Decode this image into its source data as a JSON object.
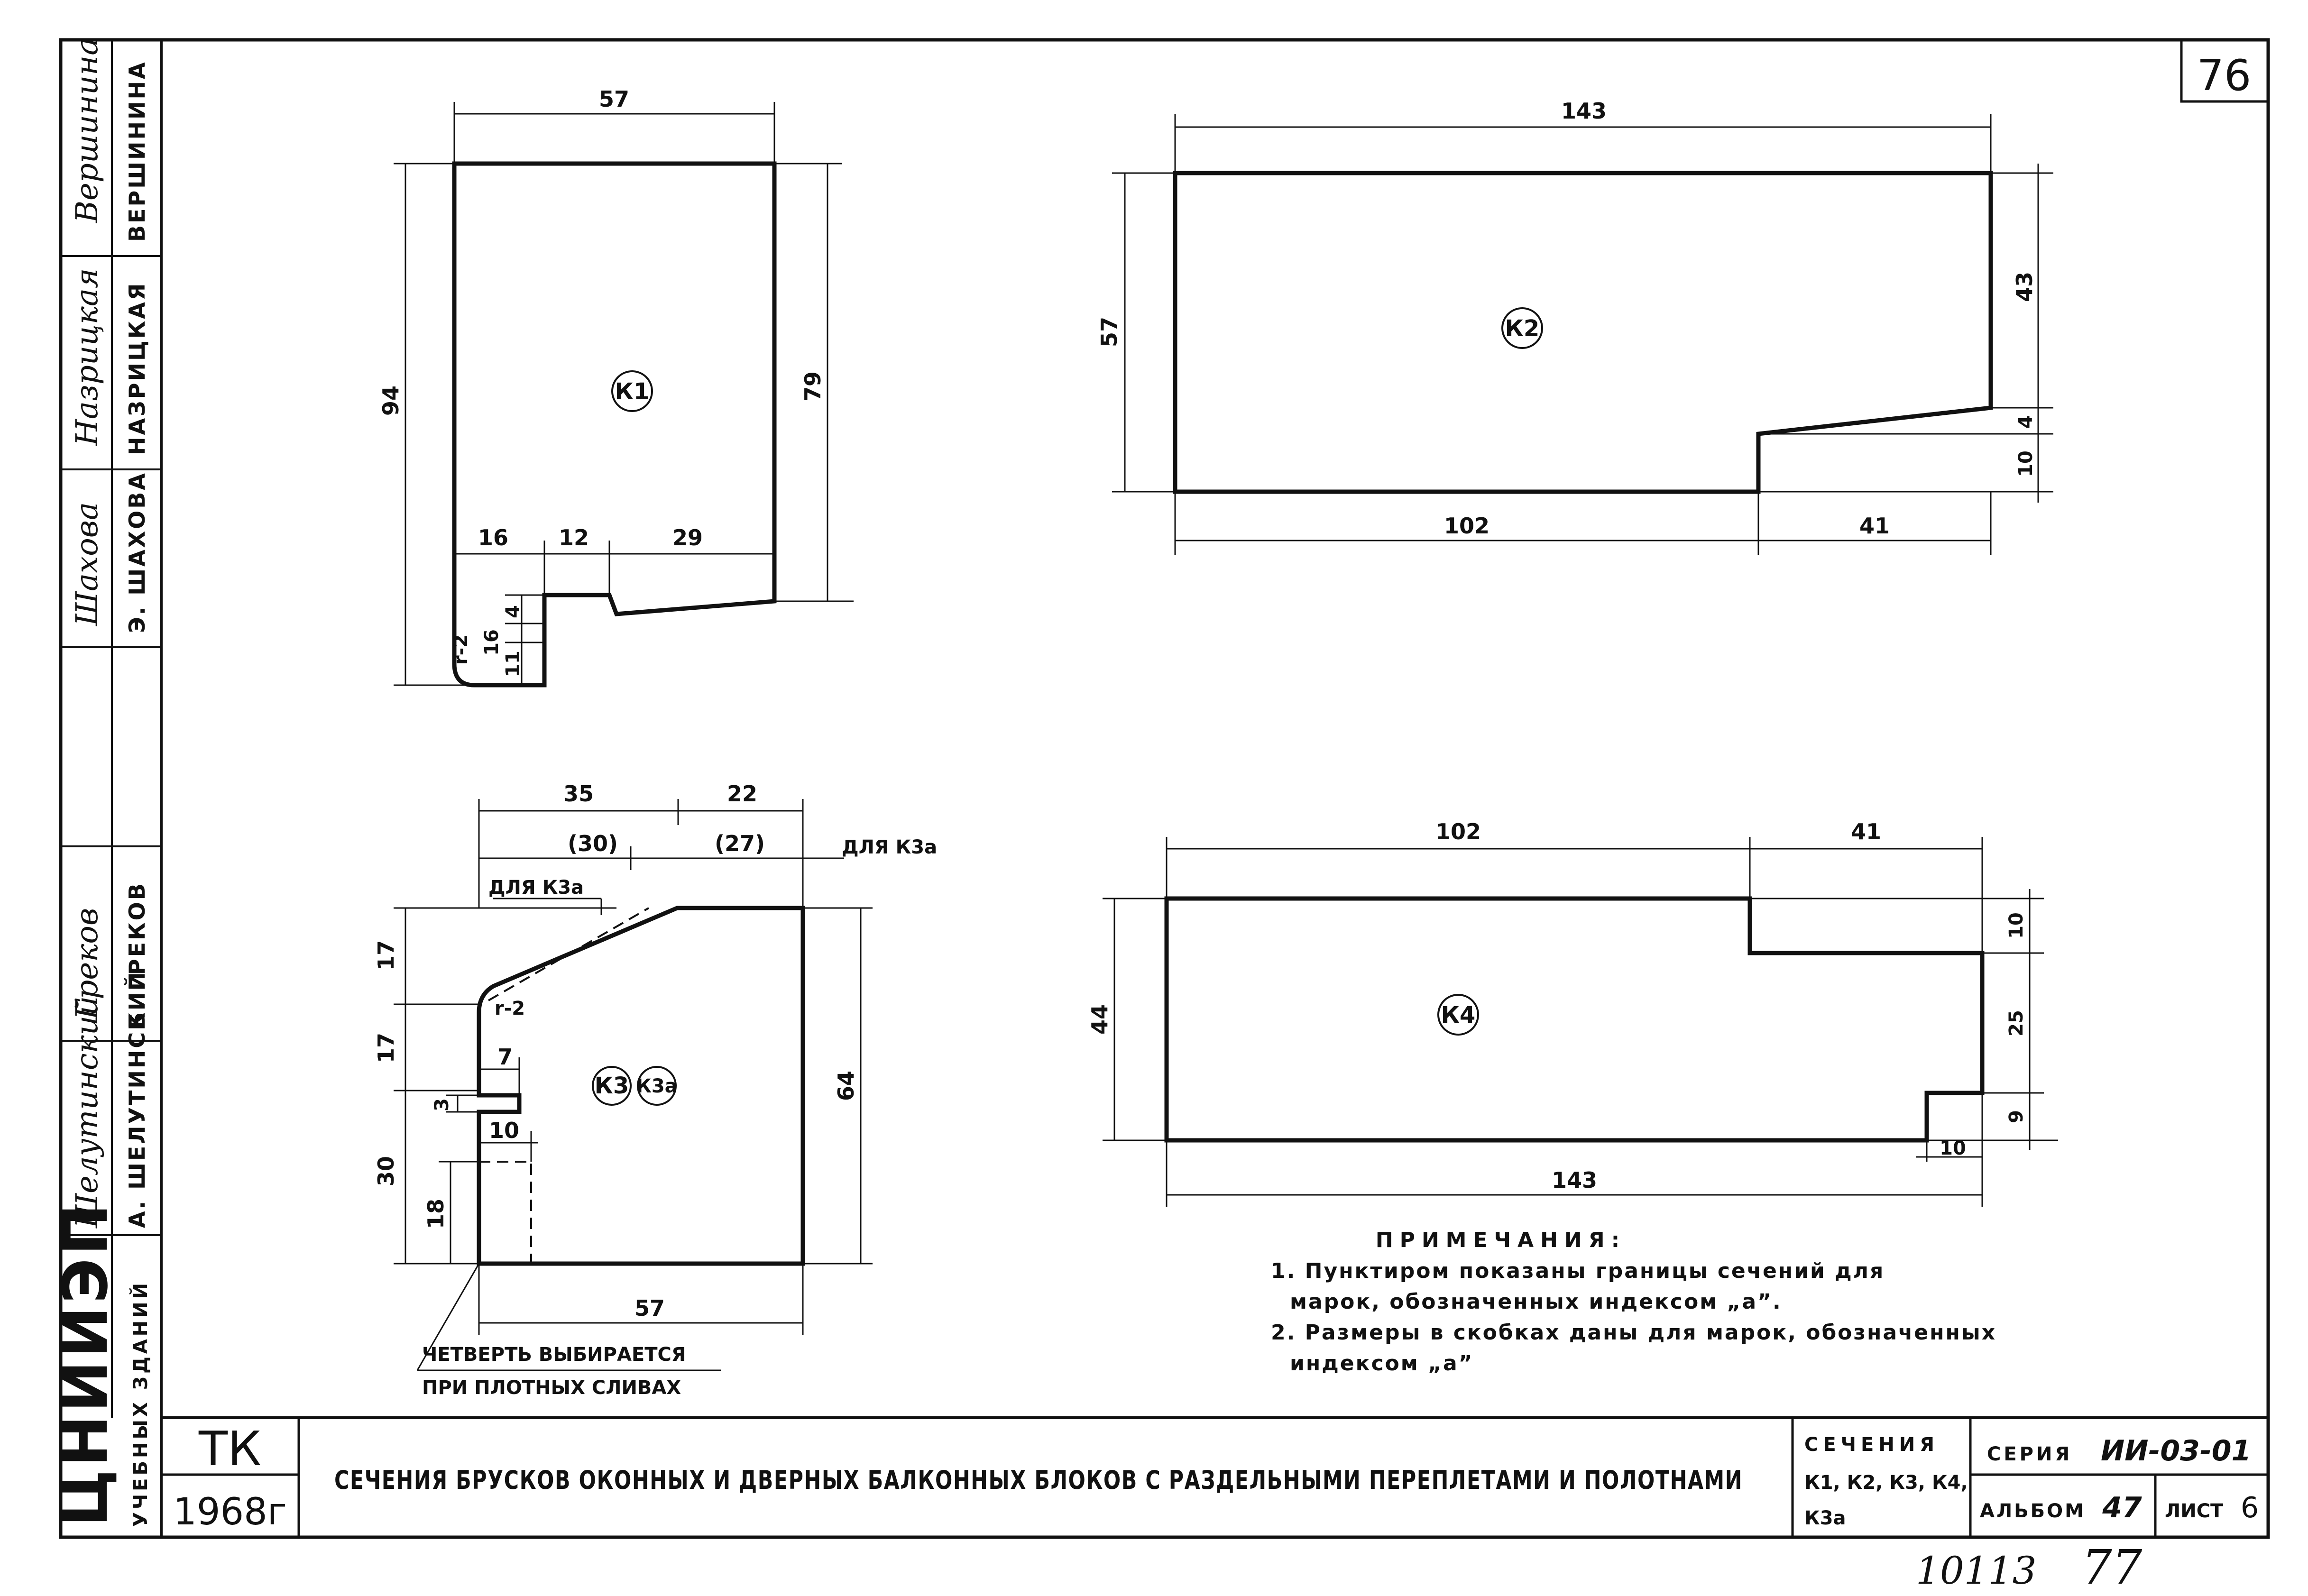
{
  "sheet": {
    "page_number": "76",
    "bottom_handwritten": "10113",
    "bottom_handwritten_page": "77"
  },
  "side_stamp": {
    "names": [
      "ВЕРШИНИНА",
      "НАЗРИЦКАЯ",
      "Э. ШАХОВА",
      "Б. ГРЕКОВ",
      "А. ШЕЛУТИНСКИЙ"
    ],
    "signatures": [
      "Вершинина",
      "Назрицкая",
      "Шахова",
      "Греков",
      "Шелутинский"
    ],
    "org": "ЦНИИЭП",
    "org_sub": "УЧЕБНЫХ ЗДАНИЙ"
  },
  "title_block": {
    "code": "ТК",
    "year": "1968г",
    "title": "СЕЧЕНИЯ БРУСКОВ ОКОННЫХ И ДВЕРНЫХ БАЛКОННЫХ БЛОКОВ С РАЗДЕЛЬНЫМИ ПЕРЕПЛЕТАМИ И ПОЛОТНАМИ",
    "section_label": "СЕЧЕНИЯ",
    "section_marks": "К1, К2, К3, К4,",
    "section_marks_2": "К3а",
    "series_label": "СЕРИЯ",
    "series_value": "ИИ-03-01",
    "album_label": "АЛЬБОМ",
    "album_value": "47",
    "sheet_label": "ЛИСТ",
    "sheet_value": "6"
  },
  "k1": {
    "label": "К1",
    "dims": {
      "top": "57",
      "left": "94",
      "right": "79",
      "seg1": "16",
      "seg2": "12",
      "seg3": "29",
      "v1": "16",
      "v2": "4",
      "v3": "11",
      "radius": "r-2"
    }
  },
  "k2": {
    "label": "К2",
    "dims": {
      "top": "143",
      "left": "57",
      "r1": "43",
      "r2": "4",
      "r3": "10",
      "bot1": "102",
      "bot2": "41"
    }
  },
  "k3": {
    "label": "К3",
    "label_a": "К3а",
    "dims": {
      "top1": "35",
      "top2": "22",
      "top1b": "(30)",
      "top2b": "(27)",
      "for_k3a_top": "ДЛЯ К3а",
      "for_k3a": "ДЛЯ К3а",
      "l1": "17",
      "l2": "17",
      "l3": "30",
      "l4": "18",
      "s1": "3",
      "n7": "7",
      "n10": "10",
      "radius": "r-2",
      "right": "64",
      "bottom": "57"
    },
    "note_rebate": "ЧЕТВЕРТЬ ВЫБИРАЕТСЯ",
    "note_rebate2": "ПРИ ПЛОТНЫХ СЛИВАХ"
  },
  "k4": {
    "label": "К4",
    "dims": {
      "top1": "102",
      "top2": "41",
      "left": "44",
      "r1": "10",
      "r2": "25",
      "r3": "9",
      "bottom": "143",
      "b10": "10"
    }
  },
  "notes": {
    "heading": "ПРИМЕЧАНИЯ:",
    "line1a": "1. Пунктиром показаны границы сечений для",
    "line1b": "марок, обозначенных индексом „а”.",
    "line2a": "2. Размеры в скобках даны для марок, обозначенных",
    "line2b": "индексом „а”"
  }
}
